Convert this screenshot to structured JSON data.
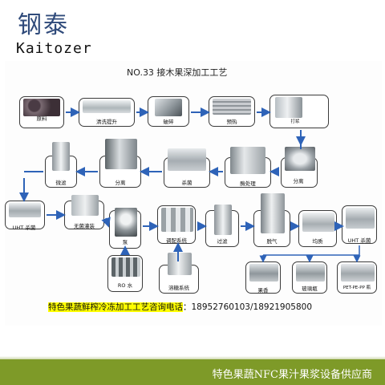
{
  "brand": {
    "cn": "钢泰",
    "en": "Kaitozer"
  },
  "diagram": {
    "title": "NO.33 接木果深加工工艺"
  },
  "steps": {
    "raw": "原料",
    "wash": "清洗提升",
    "crush": "破碎",
    "preheat": "预热",
    "pulp": "打浆",
    "sep1": "分离",
    "enzyme": "酶处理",
    "steril1": "杀菌",
    "sep2": "分离",
    "filter1": "微滤",
    "uht1": "UHT 杀菌",
    "aseptic": "无菌灌装",
    "pump": "泵",
    "blend": "调配系统",
    "filter2": "过滤",
    "degas": "脱气",
    "homog": "均质",
    "uht2": "UHT 杀菌",
    "ro": "RO 水",
    "sugar": "溶糖系统",
    "can": "果香",
    "glass": "玻璃瓶",
    "pet": "PET-PE-PP 瓶"
  },
  "hotline": {
    "text": "特色果蔬鲜榨冷冻加工工艺咨询电话",
    "phone": "：18952760103/18921905800"
  },
  "footer": {
    "text": "特色果蔬NFC果汁果浆设备供应商"
  },
  "colors": {
    "arrow": "#2e63b8",
    "footer_bg": "#7e9a28",
    "highlight": "#ffff00",
    "brand": "#2f4a7a"
  }
}
